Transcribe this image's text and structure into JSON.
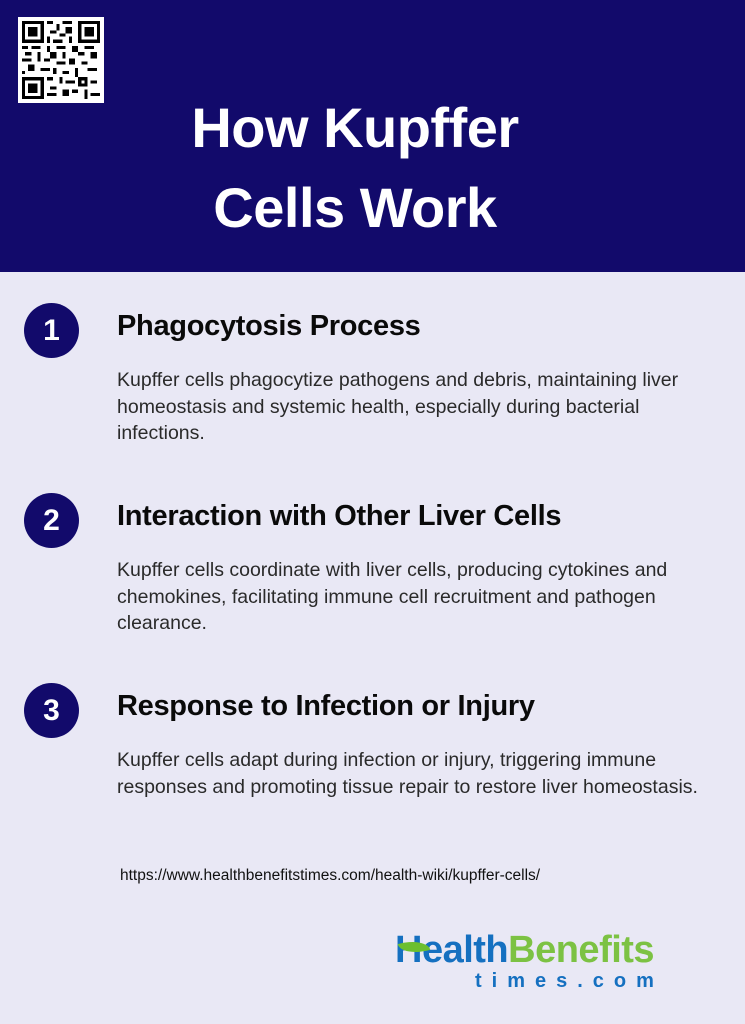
{
  "header": {
    "title_line1": "How Kupffer",
    "title_line2": "Cells Work",
    "qr_code": "qr-code",
    "background_color": "#120a6b"
  },
  "steps": [
    {
      "number": "1",
      "title": "Phagocytosis Process",
      "body": "Kupffer cells phagocytize pathogens and debris, maintaining liver homeostasis and systemic health, especially during bacterial infections."
    },
    {
      "number": "2",
      "title": "Interaction with Other Liver Cells",
      "body": "Kupffer cells coordinate with liver cells, producing cytokines and chemokines, facilitating immune cell recruitment and pathogen clearance."
    },
    {
      "number": "3",
      "title": "Response to Infection or Injury",
      "body": "Kupffer cells adapt during infection or injury, triggering immune responses and promoting tissue repair to restore liver homeostasis."
    }
  ],
  "footer": {
    "url": "https://www.healthbenefitstimes.com/health-wiki/kupffer-cells/",
    "logo": {
      "health": "Health",
      "benefits": "Benefits",
      "sub": "times.com",
      "health_color": "#1570c0",
      "benefits_color": "#7cc243"
    }
  }
}
